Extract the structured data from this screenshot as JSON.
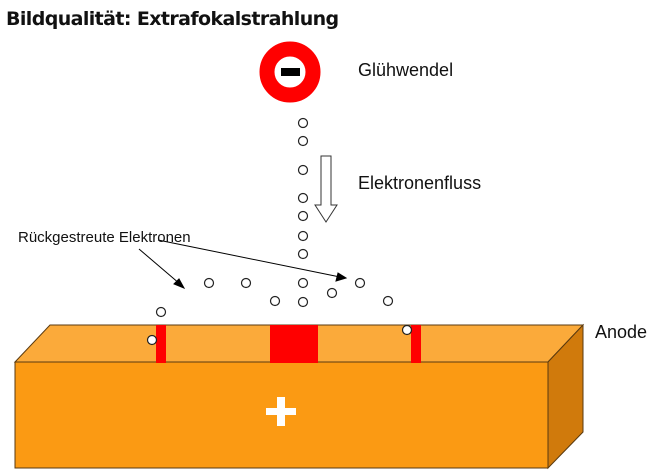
{
  "title": "Bildqualität: Extrafokalstrahlung",
  "labels": {
    "filament": "Glühwendel",
    "flow": "Elektronenfluss",
    "backscatter": "Rückgestreute Elektronen",
    "anode": "Anode"
  },
  "symbols": {
    "cathode": "−",
    "anode": "+"
  },
  "colors": {
    "filament": "#ff0000",
    "anode_front": "#fb9a13",
    "anode_top": "#fbaa3a",
    "anode_side": "#d07a0c",
    "focal": "#ff0000"
  }
}
